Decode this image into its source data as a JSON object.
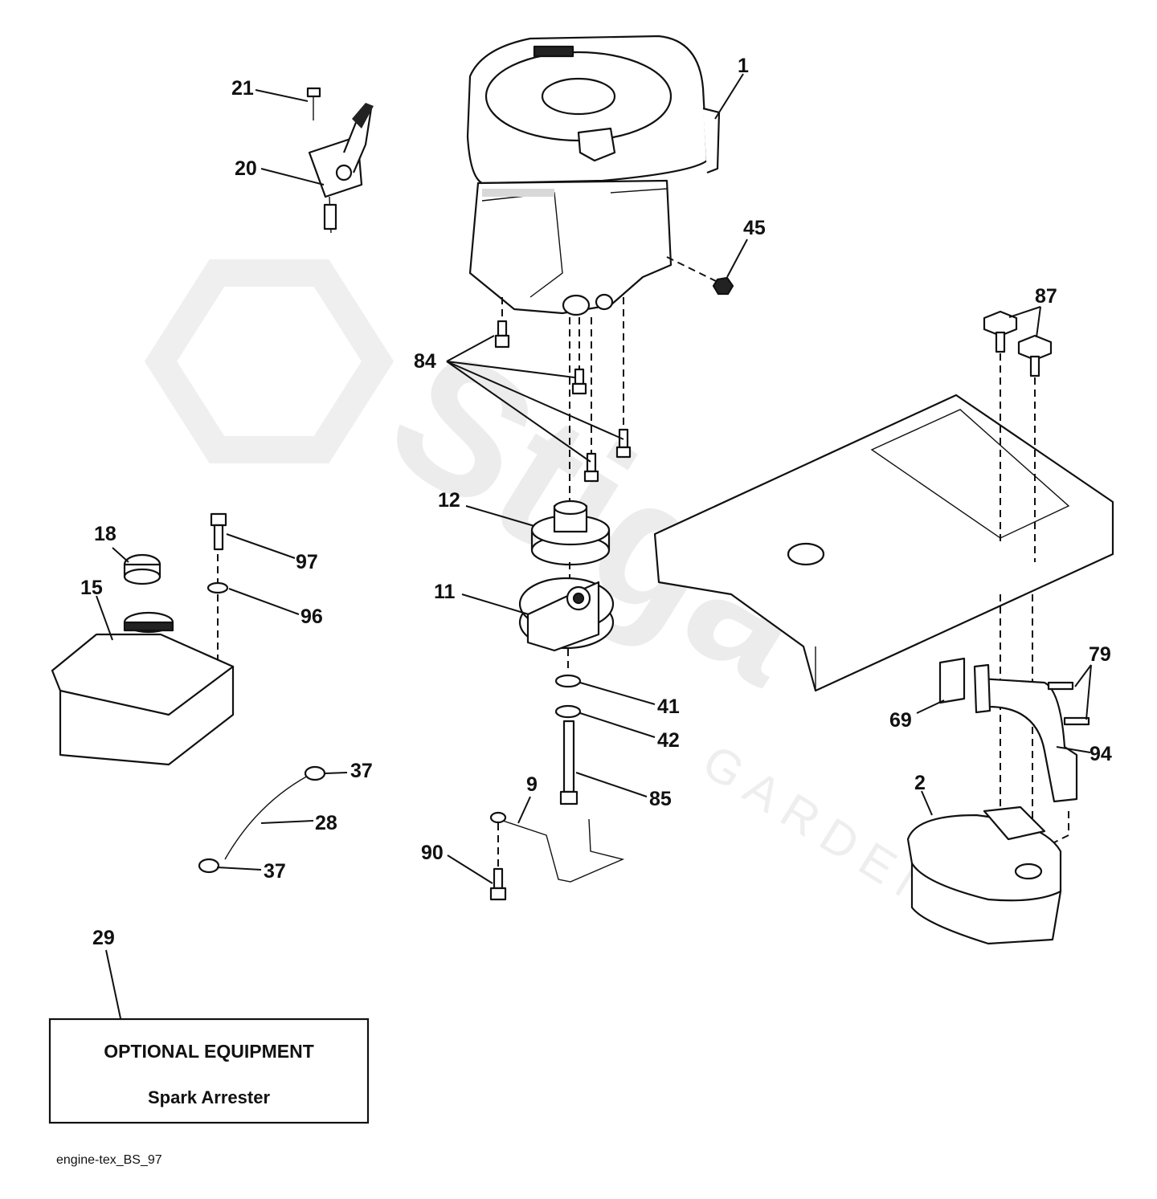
{
  "watermark": {
    "brand": "Stiga",
    "sub": "GARDEN"
  },
  "callouts": {
    "c1": "1",
    "c21": "21",
    "c20": "20",
    "c45": "45",
    "c87": "87",
    "c84": "84",
    "c12": "12",
    "c18": "18",
    "c97": "97",
    "c15": "15",
    "c96": "96",
    "c11": "11",
    "c41": "41",
    "c42": "42",
    "c79": "79",
    "c69": "69",
    "c94": "94",
    "c37a": "37",
    "c28": "28",
    "c37b": "37",
    "c9": "9",
    "c85": "85",
    "c2": "2",
    "c90": "90",
    "c29": "29"
  },
  "optional_box": {
    "title": "OPTIONAL EQUIPMENT",
    "item": "Spark Arrester"
  },
  "footer_code": "engine-tex_BS_97"
}
